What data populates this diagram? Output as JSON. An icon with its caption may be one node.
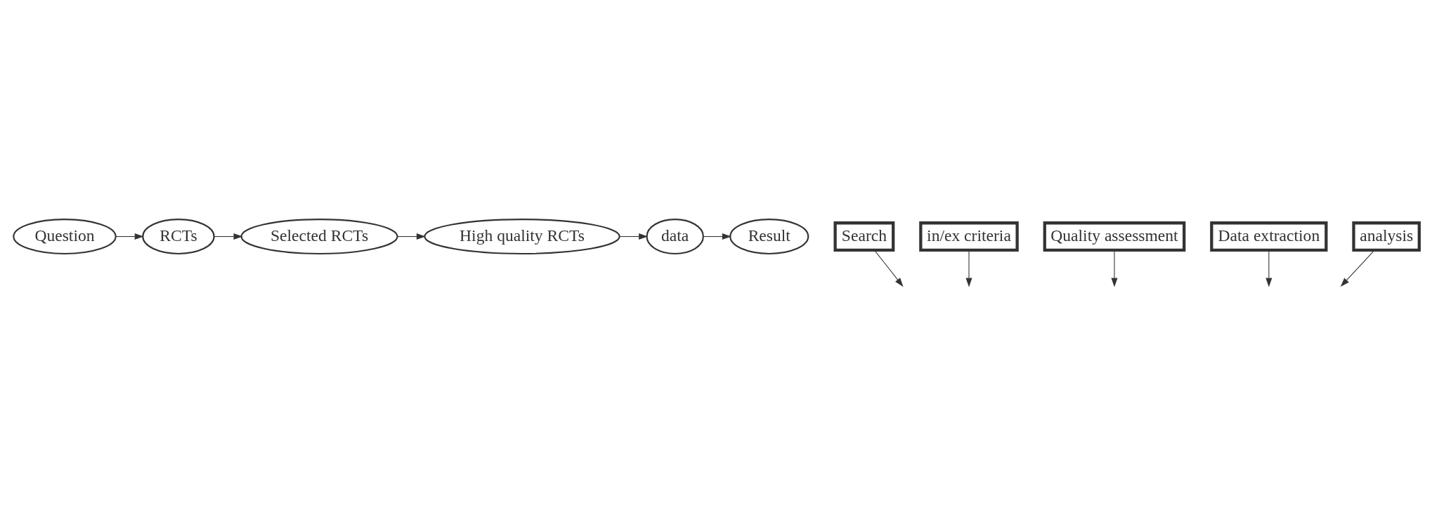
{
  "diagram": {
    "nodes": [
      {
        "text": [
          "Question"
        ]
      },
      {
        "text": [
          "RCTs"
        ]
      },
      {
        "text": [
          "Selected RCTs"
        ]
      },
      {
        "text": [
          "High quality RCTs"
        ]
      },
      {
        "text": [
          "data"
        ]
      },
      {
        "text": [
          "Result"
        ]
      },
      {
        "text": [
          "Search"
        ]
      },
      {
        "text": [
          "in/ex criteria"
        ]
      },
      {
        "text": [
          "Quality assessment"
        ]
      },
      {
        "text": [
          "Data extraction"
        ]
      },
      {
        "text": [
          "analysis"
        ]
      }
    ],
    "edges": [
      {
        "from": 0,
        "to": 1,
        "arrow": "to"
      },
      {
        "from": 1,
        "to": 2,
        "arrow": "to"
      },
      {
        "from": 2,
        "to": 3,
        "arrow": "to"
      },
      {
        "from": 3,
        "to": 4,
        "arrow": "to"
      },
      {
        "from": 4,
        "to": 5,
        "arrow": "to"
      },
      {
        "from": 6,
        "to": null,
        "arrow": "to"
      },
      {
        "from": 7,
        "to": null,
        "arrow": "to"
      },
      {
        "from": 8,
        "to": null,
        "arrow": "to"
      },
      {
        "from": 9,
        "to": null,
        "arrow": "to"
      },
      {
        "from": 10,
        "to": null,
        "arrow": "to"
      }
    ]
  }
}
